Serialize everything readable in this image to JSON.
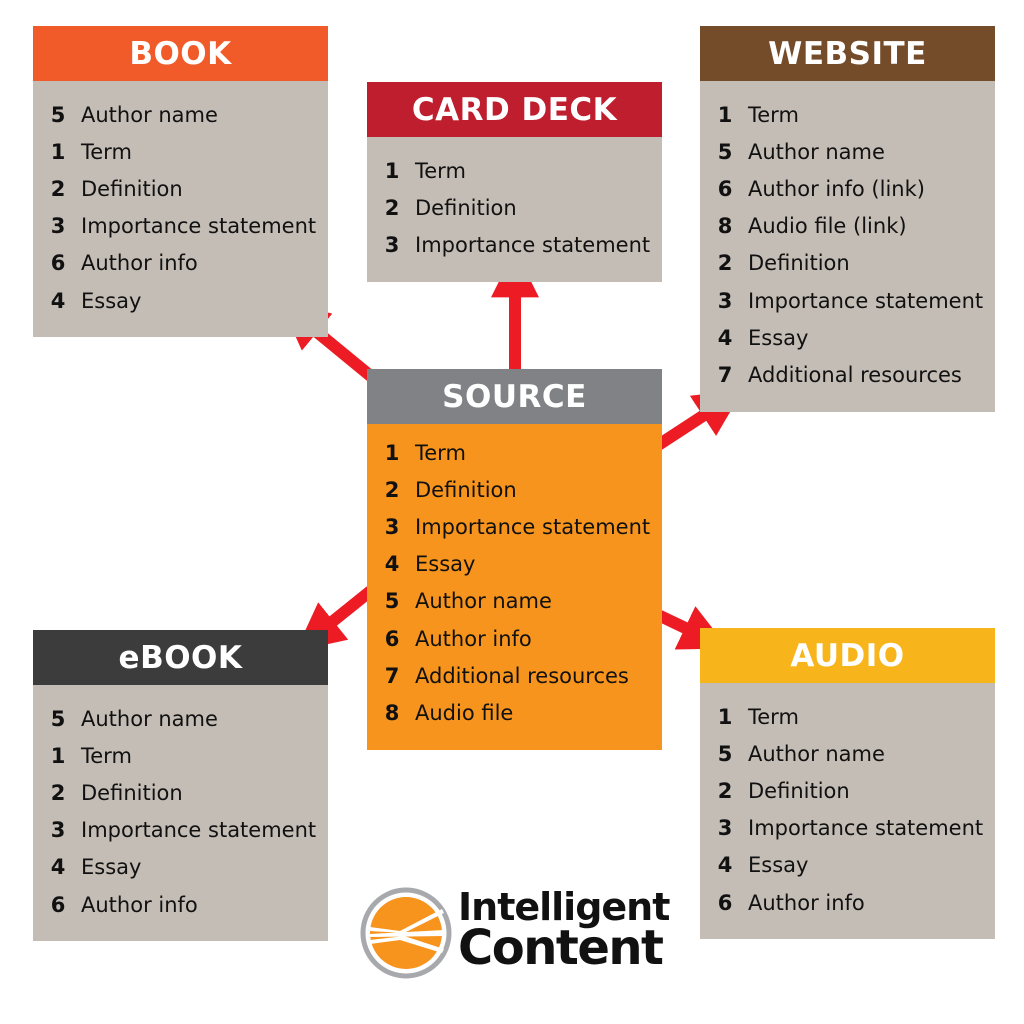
{
  "colors": {
    "book": "#f15a29",
    "card_deck": "#be1e2d",
    "website": "#754c29",
    "source_header": "#808285",
    "source_body": "#f7941d",
    "ebook": "#3c3c3d",
    "audio": "#f8b51b",
    "box_body": "#c4bdb6",
    "arrow": "#ed1c24"
  },
  "boxes": {
    "book": {
      "title": "BOOK",
      "items": [
        {
          "n": "5",
          "t": "Author name"
        },
        {
          "n": "1",
          "t": "Term"
        },
        {
          "n": "2",
          "t": "Definition"
        },
        {
          "n": "3",
          "t": "Importance statement"
        },
        {
          "n": "6",
          "t": "Author info"
        },
        {
          "n": "4",
          "t": "Essay"
        }
      ]
    },
    "card_deck": {
      "title": "CARD DECK",
      "items": [
        {
          "n": "1",
          "t": "Term"
        },
        {
          "n": "2",
          "t": "Definition"
        },
        {
          "n": "3",
          "t": "Importance statement"
        }
      ]
    },
    "website": {
      "title": "WEBSITE",
      "items": [
        {
          "n": "1",
          "t": "Term"
        },
        {
          "n": "5",
          "t": "Author name"
        },
        {
          "n": "6",
          "t": "Author info (link)"
        },
        {
          "n": "8",
          "t": "Audio file (link)"
        },
        {
          "n": "2",
          "t": "Definition"
        },
        {
          "n": "3",
          "t": "Importance statement"
        },
        {
          "n": "4",
          "t": "Essay"
        },
        {
          "n": "7",
          "t": "Additional resources"
        }
      ]
    },
    "source": {
      "title": "SOURCE",
      "items": [
        {
          "n": "1",
          "t": "Term"
        },
        {
          "n": "2",
          "t": "Definition"
        },
        {
          "n": "3",
          "t": "Importance statement"
        },
        {
          "n": "4",
          "t": "Essay"
        },
        {
          "n": "5",
          "t": "Author name"
        },
        {
          "n": "6",
          "t": "Author info"
        },
        {
          "n": "7",
          "t": "Additional resources"
        },
        {
          "n": "8",
          "t": "Audio file"
        }
      ]
    },
    "ebook": {
      "title": "eBOOK",
      "items": [
        {
          "n": "5",
          "t": "Author name"
        },
        {
          "n": "1",
          "t": "Term"
        },
        {
          "n": "2",
          "t": "Definition"
        },
        {
          "n": "3",
          "t": "Importance statement"
        },
        {
          "n": "4",
          "t": "Essay"
        },
        {
          "n": "6",
          "t": "Author info"
        }
      ]
    },
    "audio": {
      "title": "AUDIO",
      "items": [
        {
          "n": "1",
          "t": "Term"
        },
        {
          "n": "5",
          "t": "Author name"
        },
        {
          "n": "2",
          "t": "Definition"
        },
        {
          "n": "3",
          "t": "Importance statement"
        },
        {
          "n": "4",
          "t": "Essay"
        },
        {
          "n": "6",
          "t": "Author info"
        }
      ]
    }
  },
  "logo": {
    "line1": "Intelligent",
    "line2": "Content"
  }
}
